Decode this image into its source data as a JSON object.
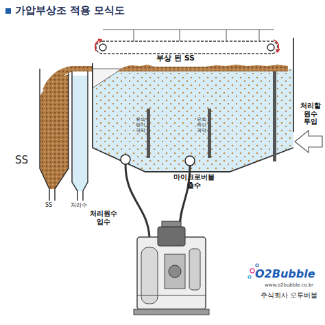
{
  "diagram": {
    "title": "가압부상조 적용 모식도",
    "labels": [
      "부상 된 SS",
      "처리할 원수 투입",
      "SS",
      "유속 제어 격막",
      "유속 제어 격막",
      "마이크로버블 출수",
      "처리원수 입수",
      "SS",
      "처리수",
      "O2Bubble",
      "www.o2bubble.co.kr",
      "주식회사 오투버블"
    ]
  }
}
